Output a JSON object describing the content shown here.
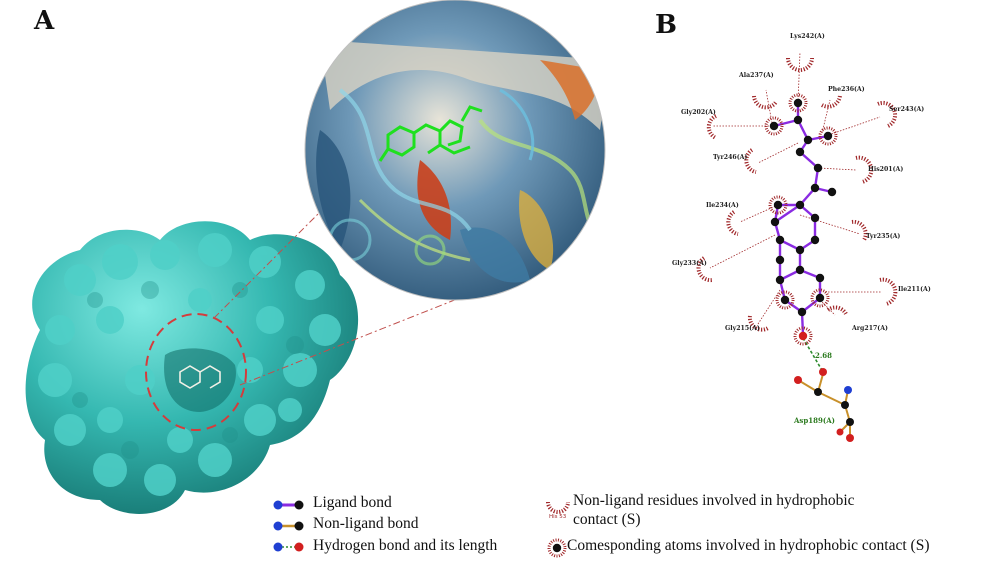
{
  "panels": {
    "a_label": "A",
    "b_label": "B"
  },
  "residues": {
    "lys242": "Lys242(A)",
    "ala237": "Ala237(A)",
    "phe236": "Phe236(A)",
    "gly202": "Gly202(A)",
    "ser243": "Ser243(A)",
    "tyr246": "Tyr246(A)",
    "his201": "His201(A)",
    "ile234": "Ile234(A)",
    "tyr235": "Tyr235(A)",
    "gly233": "Gly233(A)",
    "ile211": "Ile211(A)",
    "gly215": "Gly215(A)",
    "arg217": "Arg217(A)",
    "asp189": "Asp189(A)"
  },
  "hbond_length": "2.68",
  "legend": {
    "ligand_bond": "Ligand bond",
    "nonligand_bond": "Non-ligand bond",
    "hbond": "Hydrogen bond and its length",
    "hydrophobic_residues_line1": "Non-ligand residues involved in hydrophobic",
    "hydrophobic_residues_line2": "contact (S)",
    "hydrophobic_icon_text": "His 53",
    "atoms": "Comesponding atoms involved in hydrophobic contact (S)"
  },
  "colors": {
    "protein": "#3bbfb8",
    "ligand_bond": "#8a2be2",
    "nonligand_bond": "#c8902a",
    "hbond": "#2e8b2e",
    "arc": "#a0282a",
    "dashed_circle": "#d43c3c"
  }
}
